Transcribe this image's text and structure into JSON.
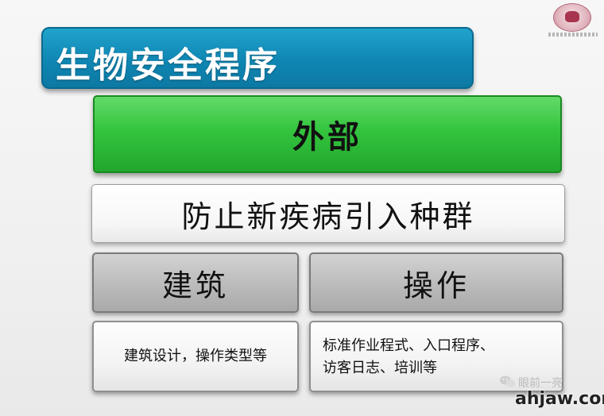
{
  "slide": {
    "title": "生物安全程序",
    "external": "外部",
    "goal": "防止新疾病引入种群",
    "categories": {
      "left": "建筑",
      "right": "操作"
    },
    "details": {
      "left": "建筑设计，操作类型等",
      "right_line1": "标准作业程式、入口程序、",
      "right_line2": "访客日志、培训等"
    }
  },
  "watermark": {
    "account": "眼前一亮",
    "site": "ahjaw.com"
  },
  "colors": {
    "title_bar": "#1593c0",
    "external_box": "#34c43e",
    "category_box": "#bdbdbd"
  },
  "icons": {
    "logo": "pig-seal-logo",
    "watermark": "wechat-icon"
  }
}
